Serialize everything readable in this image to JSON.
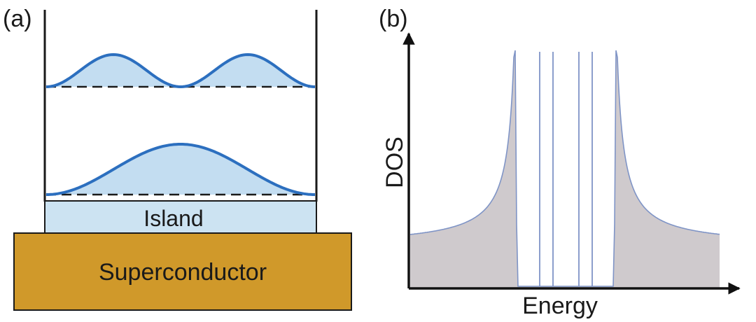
{
  "panel_a": {
    "label": "(a)",
    "island_label": "Island",
    "substrate_label": "Superconductor",
    "colors": {
      "substrate_fill": "#d0992a",
      "substrate_stroke": "#1a1a1a",
      "island_fill": "#cce3f2",
      "wave_fill": "#c3ddf1",
      "wave_stroke": "#2c6fbf",
      "wall": "#1a1a1a",
      "baseline_dash": "#1a1a1a"
    }
  },
  "panel_b": {
    "label": "(b)",
    "y_axis_label": "DOS",
    "x_axis_label": "Energy",
    "colors": {
      "dos_fill": "#cfcacd",
      "dos_stroke": "#7f94c6",
      "axis": "#111111"
    }
  }
}
